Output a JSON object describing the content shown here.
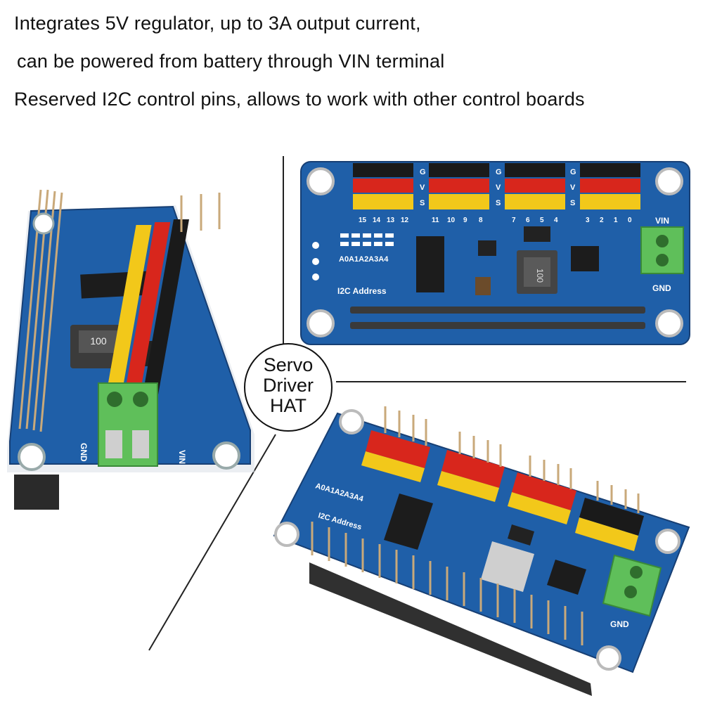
{
  "features": [
    "Integrates 5V regulator, up to 3A output current,",
    "can be powered from battery through VIN terminal",
    "Reserved I2C control pins, allows to work with other control boards"
  ],
  "badge": {
    "line1": "Servo",
    "line2": "Driver",
    "line3": "HAT"
  },
  "board": {
    "channels_a": [
      "15",
      "14",
      "13",
      "12"
    ],
    "channels_b": [
      "11",
      "10",
      "9",
      "8"
    ],
    "channels_c": [
      "7",
      "6",
      "5",
      "4"
    ],
    "channels_d": [
      "3",
      "2",
      "1",
      "0"
    ],
    "gvs": [
      "G",
      "V",
      "S"
    ],
    "vin_label": "VIN",
    "gnd_label": "GND",
    "addr_pins": "A0A1A2A3A4",
    "i2c_label": "I2C Address",
    "inductor_code": "100"
  },
  "colors": {
    "pcb": "#1f5fa8",
    "pcb_dark": "#174a86",
    "terminal": "#5fbf5a",
    "header_black": "#1a1a1a",
    "header_red": "#d8261c",
    "header_yellow": "#f2c81a"
  }
}
